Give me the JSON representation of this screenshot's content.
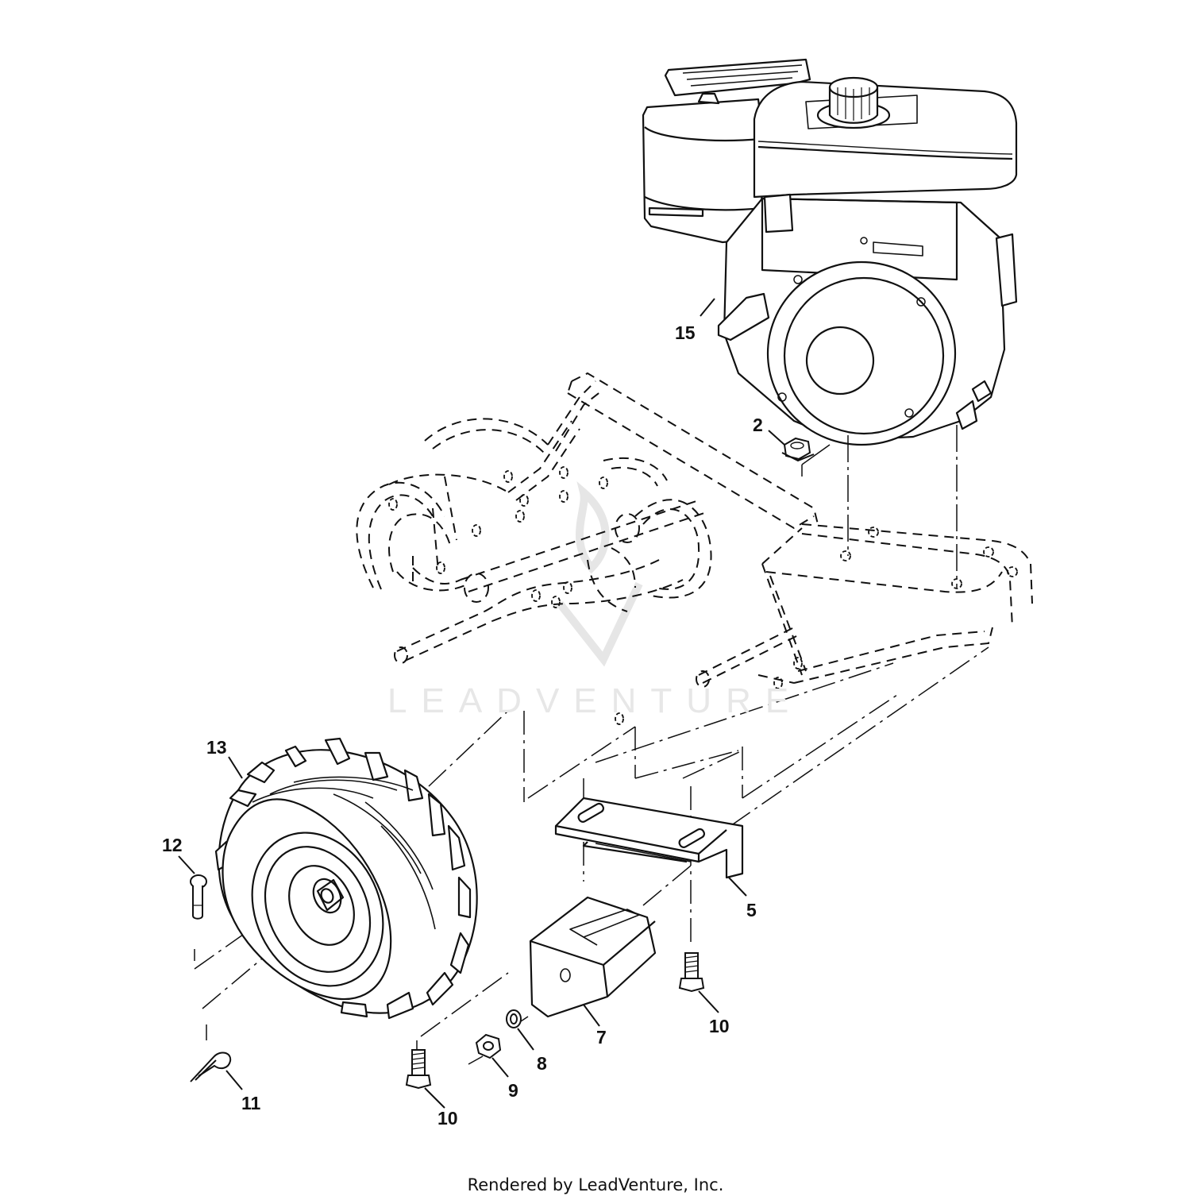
{
  "diagram": {
    "callouts": [
      {
        "id": "15",
        "label": "15"
      },
      {
        "id": "2",
        "label": "2"
      },
      {
        "id": "13",
        "label": "13"
      },
      {
        "id": "12",
        "label": "12"
      },
      {
        "id": "11",
        "label": "11"
      },
      {
        "id": "10a",
        "label": "10"
      },
      {
        "id": "9",
        "label": "9"
      },
      {
        "id": "8",
        "label": "8"
      },
      {
        "id": "7",
        "label": "7"
      },
      {
        "id": "5",
        "label": "5"
      },
      {
        "id": "10b",
        "label": "10"
      }
    ],
    "parts": [
      {
        "name": "engine"
      },
      {
        "name": "tiller-frame"
      },
      {
        "name": "wheel"
      },
      {
        "name": "mounting-bracket"
      },
      {
        "name": "weight-block"
      }
    ]
  },
  "watermark": {
    "text": "LEADVENTURE"
  },
  "footer": {
    "text": "Rendered by LeadVenture, Inc."
  },
  "colors": {
    "line": "#111111",
    "watermark": "#e7e7e7",
    "background": "#ffffff"
  }
}
